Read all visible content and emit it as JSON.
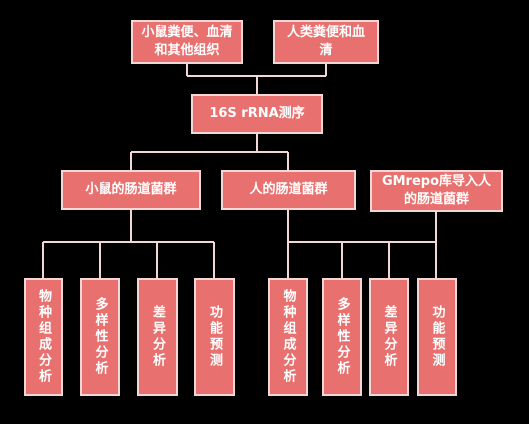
{
  "colors": {
    "background": "#000000",
    "node_fill": "#E8706E",
    "node_border": "#F3D6D6",
    "connector": "#F3D6D6",
    "text": "#FFFFFF"
  },
  "diagram": {
    "sources": {
      "mouse_samples": "小鼠粪便、血清和其他组织",
      "human_samples": "人类粪便和血清"
    },
    "sequencing": "16S rRNA测序",
    "groups": {
      "mouse_microbiota": "小鼠的肠道菌群",
      "human_microbiota": "人的肠道菌群",
      "gmrepo_microbiota": "GMrepo库导入人的肠道菌群"
    },
    "mouse_analyses": [
      "物种组成分析",
      "多样性分析",
      "差异分析",
      "功能预测"
    ],
    "human_analyses": [
      "物种组成分析",
      "多样性分析",
      "差异分析",
      "功能预测"
    ]
  }
}
